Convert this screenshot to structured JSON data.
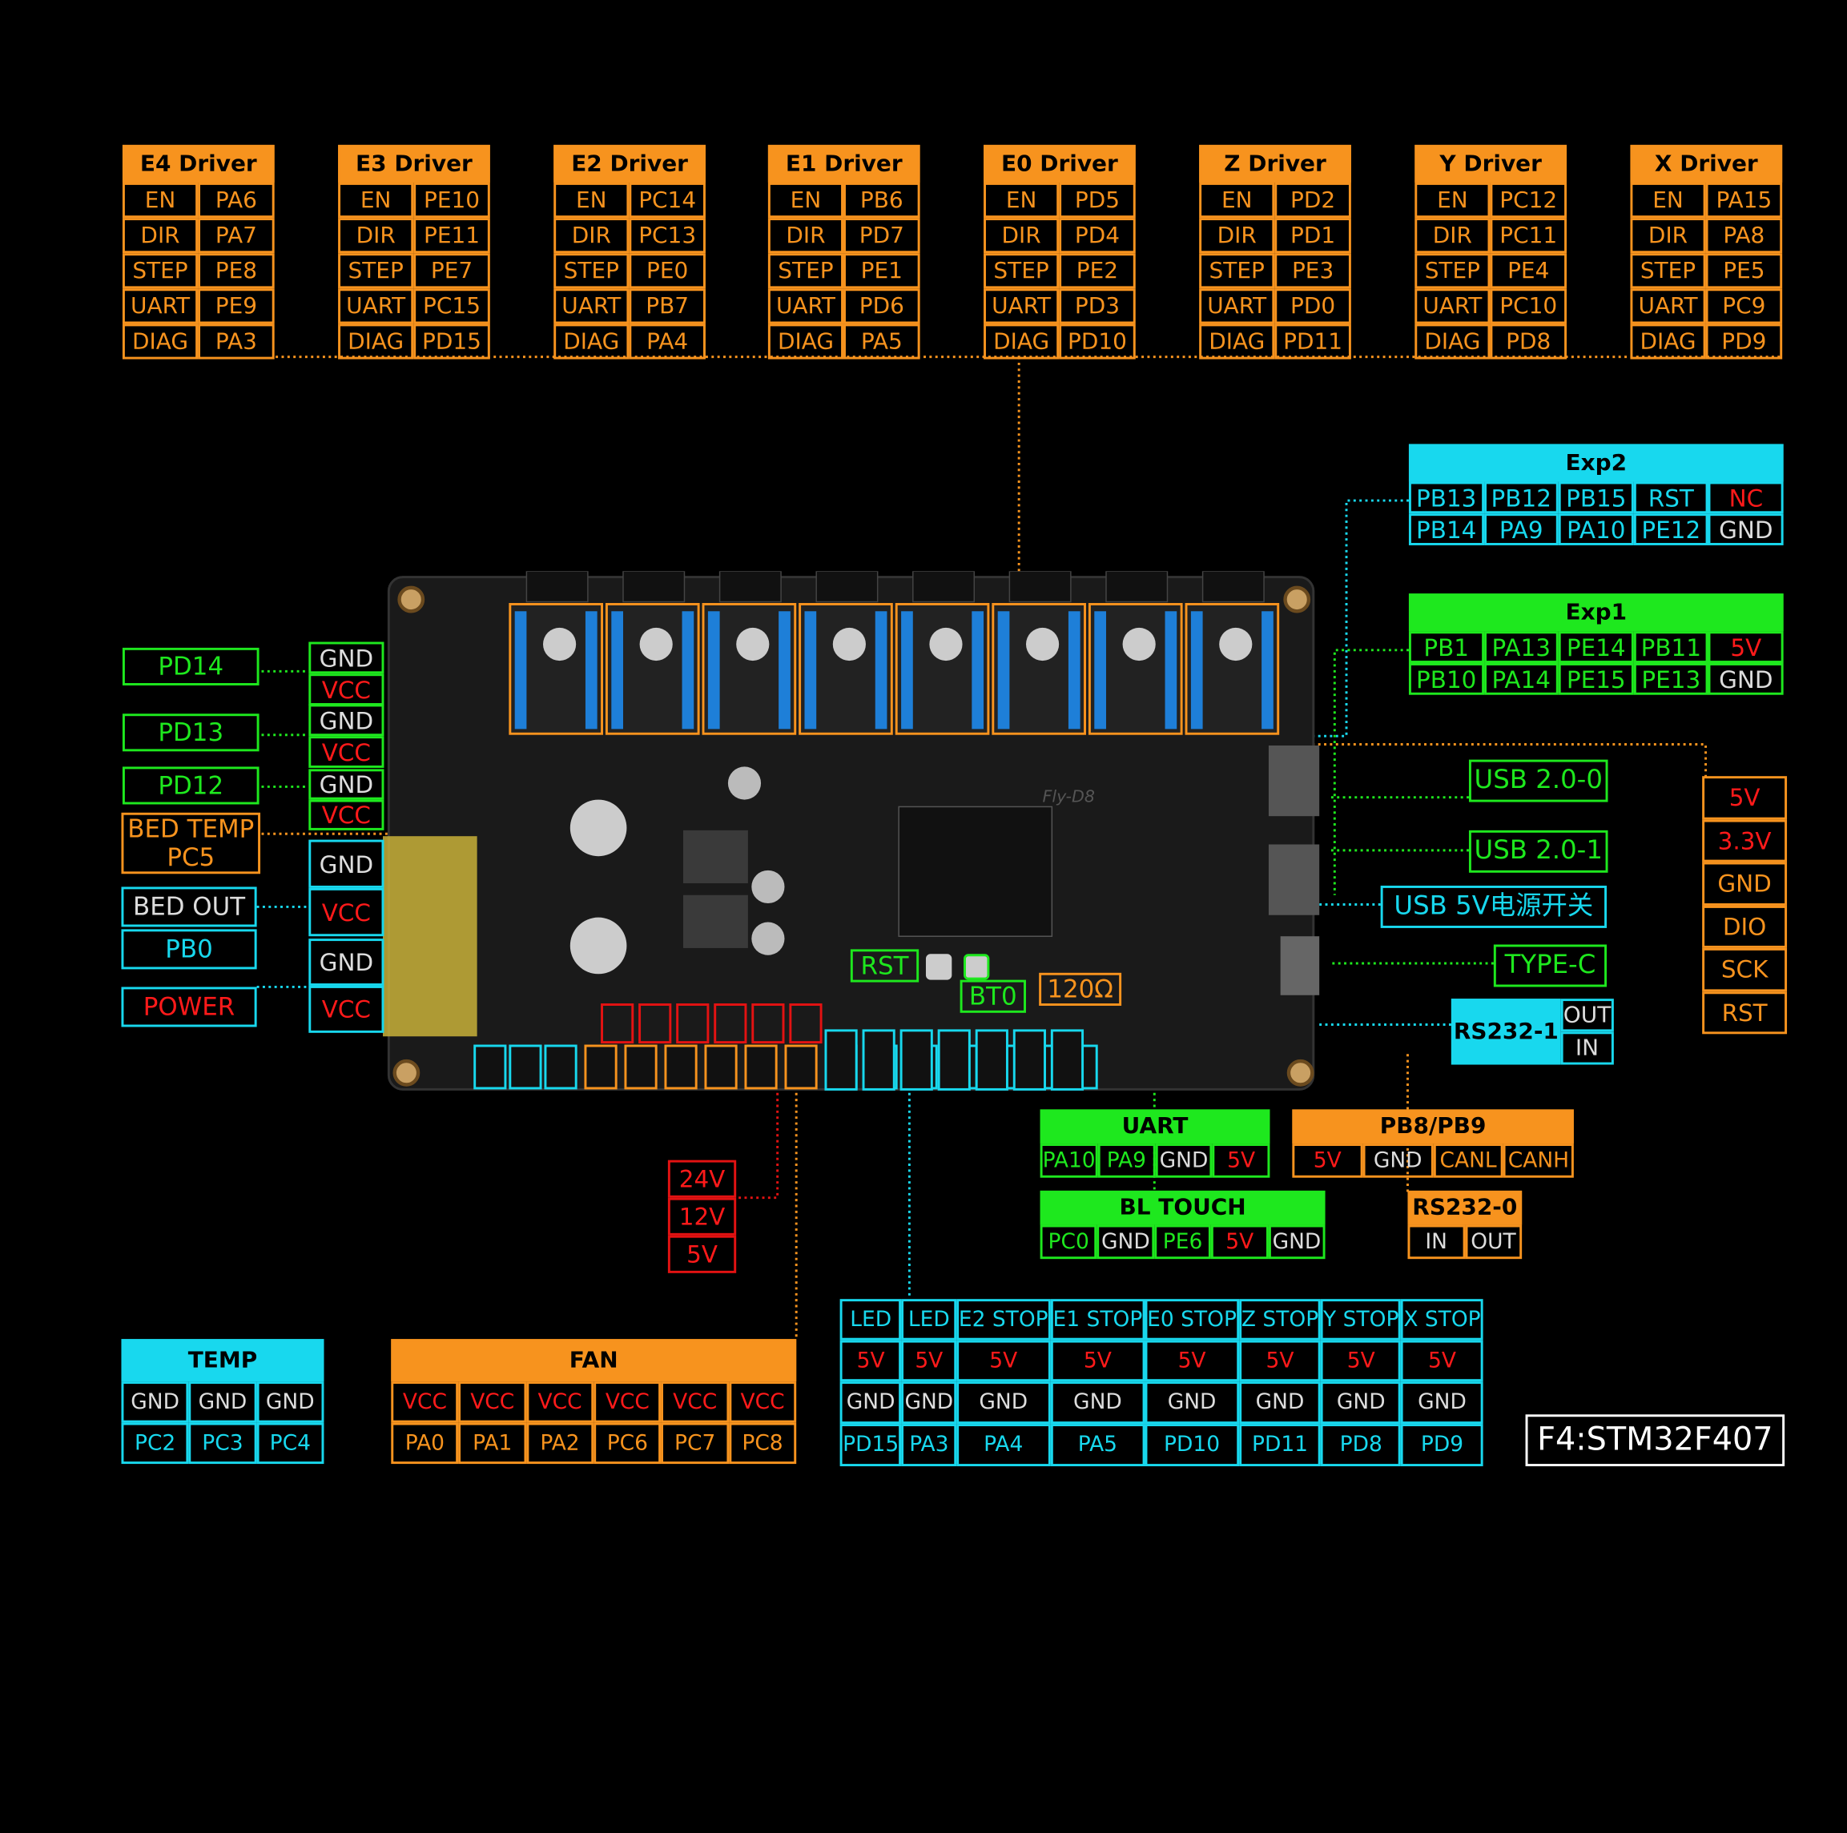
{
  "drivers": [
    {
      "title": "E4 Driver",
      "rows": [
        [
          "EN",
          "PA6"
        ],
        [
          "DIR",
          "PA7"
        ],
        [
          "STEP",
          "PE8"
        ],
        [
          "UART",
          "PE9"
        ],
        [
          "DIAG",
          "PA3"
        ]
      ]
    },
    {
      "title": "E3 Driver",
      "rows": [
        [
          "EN",
          "PE10"
        ],
        [
          "DIR",
          "PE11"
        ],
        [
          "STEP",
          "PE7"
        ],
        [
          "UART",
          "PC15"
        ],
        [
          "DIAG",
          "PD15"
        ]
      ]
    },
    {
      "title": "E2 Driver",
      "rows": [
        [
          "EN",
          "PC14"
        ],
        [
          "DIR",
          "PC13"
        ],
        [
          "STEP",
          "PE0"
        ],
        [
          "UART",
          "PB7"
        ],
        [
          "DIAG",
          "PA4"
        ]
      ]
    },
    {
      "title": "E1 Driver",
      "rows": [
        [
          "EN",
          "PB6"
        ],
        [
          "DIR",
          "PD7"
        ],
        [
          "STEP",
          "PE1"
        ],
        [
          "UART",
          "PD6"
        ],
        [
          "DIAG",
          "PA5"
        ]
      ]
    },
    {
      "title": "E0 Driver",
      "rows": [
        [
          "EN",
          "PD5"
        ],
        [
          "DIR",
          "PD4"
        ],
        [
          "STEP",
          "PE2"
        ],
        [
          "UART",
          "PD3"
        ],
        [
          "DIAG",
          "PD10"
        ]
      ]
    },
    {
      "title": "Z Driver",
      "rows": [
        [
          "EN",
          "PD2"
        ],
        [
          "DIR",
          "PD1"
        ],
        [
          "STEP",
          "PE3"
        ],
        [
          "UART",
          "PD0"
        ],
        [
          "DIAG",
          "PD11"
        ]
      ]
    },
    {
      "title": "Y Driver",
      "rows": [
        [
          "EN",
          "PC12"
        ],
        [
          "DIR",
          "PC11"
        ],
        [
          "STEP",
          "PE4"
        ],
        [
          "UART",
          "PC10"
        ],
        [
          "DIAG",
          "PD8"
        ]
      ]
    },
    {
      "title": "X Driver",
      "rows": [
        [
          "EN",
          "PA15"
        ],
        [
          "DIR",
          "PA8"
        ],
        [
          "STEP",
          "PE5"
        ],
        [
          "UART",
          "PC9"
        ],
        [
          "DIAG",
          "PD9"
        ]
      ]
    }
  ],
  "exp2": {
    "title": "Exp2",
    "row1": [
      "PB13",
      "PB12",
      "PB15",
      "RST",
      "NC"
    ],
    "row2": [
      "PB14",
      "PA9",
      "PA10",
      "PE12",
      "GND"
    ]
  },
  "exp1": {
    "title": "Exp1",
    "row1": [
      "PB1",
      "PA13",
      "PE14",
      "PB11",
      "5V"
    ],
    "row2": [
      "PB10",
      "PA14",
      "PE15",
      "PE13",
      "GND"
    ]
  },
  "left": {
    "pd14": "PD14",
    "pd13": "PD13",
    "pd12": "PD12",
    "bed_temp": "BED TEMP",
    "bed_temp_pin": "PC5",
    "bed_out": "BED OUT",
    "pb0": "PB0",
    "power": "POWER",
    "gnd": "GND",
    "vcc": "VCC"
  },
  "right": {
    "usb0": "USB 2.0-0",
    "usb1": "USB 2.0-1",
    "usb5v": "USB 5V电源开关",
    "typec": "TYPE-C",
    "rs232_1": "RS232-1",
    "out": "OUT",
    "in": "IN",
    "swd": [
      "5V",
      "3.3V",
      "GND",
      "DIO",
      "SCK",
      "RST"
    ]
  },
  "board": {
    "rst": "RST",
    "bt0": "BT0",
    "ohm": "120Ω",
    "brand": "Fly-D8"
  },
  "voltage": [
    "24V",
    "12V",
    "5V"
  ],
  "uart": {
    "title": "UART",
    "pins": [
      "PA10",
      "PA9",
      "GND",
      "5V"
    ]
  },
  "pb8pb9": {
    "title": "PB8/PB9",
    "pins": [
      "5V",
      "GND",
      "CANL",
      "CANH"
    ]
  },
  "bltouch": {
    "title": "BL TOUCH",
    "pins": [
      "PC0",
      "GND",
      "PE6",
      "5V",
      "GND"
    ]
  },
  "rs232_0": {
    "title": "RS232-0",
    "pins": [
      "IN",
      "OUT"
    ]
  },
  "temp": {
    "title": "TEMP",
    "gnd": [
      "GND",
      "GND",
      "GND"
    ],
    "pins": [
      "PC2",
      "PC3",
      "PC4"
    ]
  },
  "fan": {
    "title": "FAN",
    "vcc": [
      "VCC",
      "VCC",
      "VCC",
      "VCC",
      "VCC",
      "VCC"
    ],
    "pins": [
      "PA0",
      "PA1",
      "PA2",
      "PC6",
      "PC7",
      "PC8"
    ]
  },
  "stops": {
    "headers": [
      "LED",
      "LED",
      "E2 STOP",
      "E1 STOP",
      "E0 STOP",
      "Z STOP",
      "Y STOP",
      "X STOP"
    ],
    "v": [
      "5V",
      "5V",
      "5V",
      "5V",
      "5V",
      "5V",
      "5V",
      "5V"
    ],
    "gnd": [
      "GND",
      "GND",
      "GND",
      "GND",
      "GND",
      "GND",
      "GND",
      "GND"
    ],
    "pins": [
      "PD15",
      "PA3",
      "PA4",
      "PA5",
      "PD10",
      "PD11",
      "PD8",
      "PD9"
    ]
  },
  "mcu": "F4:STM32F407",
  "colors": {
    "orange": "#f7931e",
    "cyan": "#18d8ee",
    "green": "#1ee81e",
    "red": "#e31212"
  }
}
